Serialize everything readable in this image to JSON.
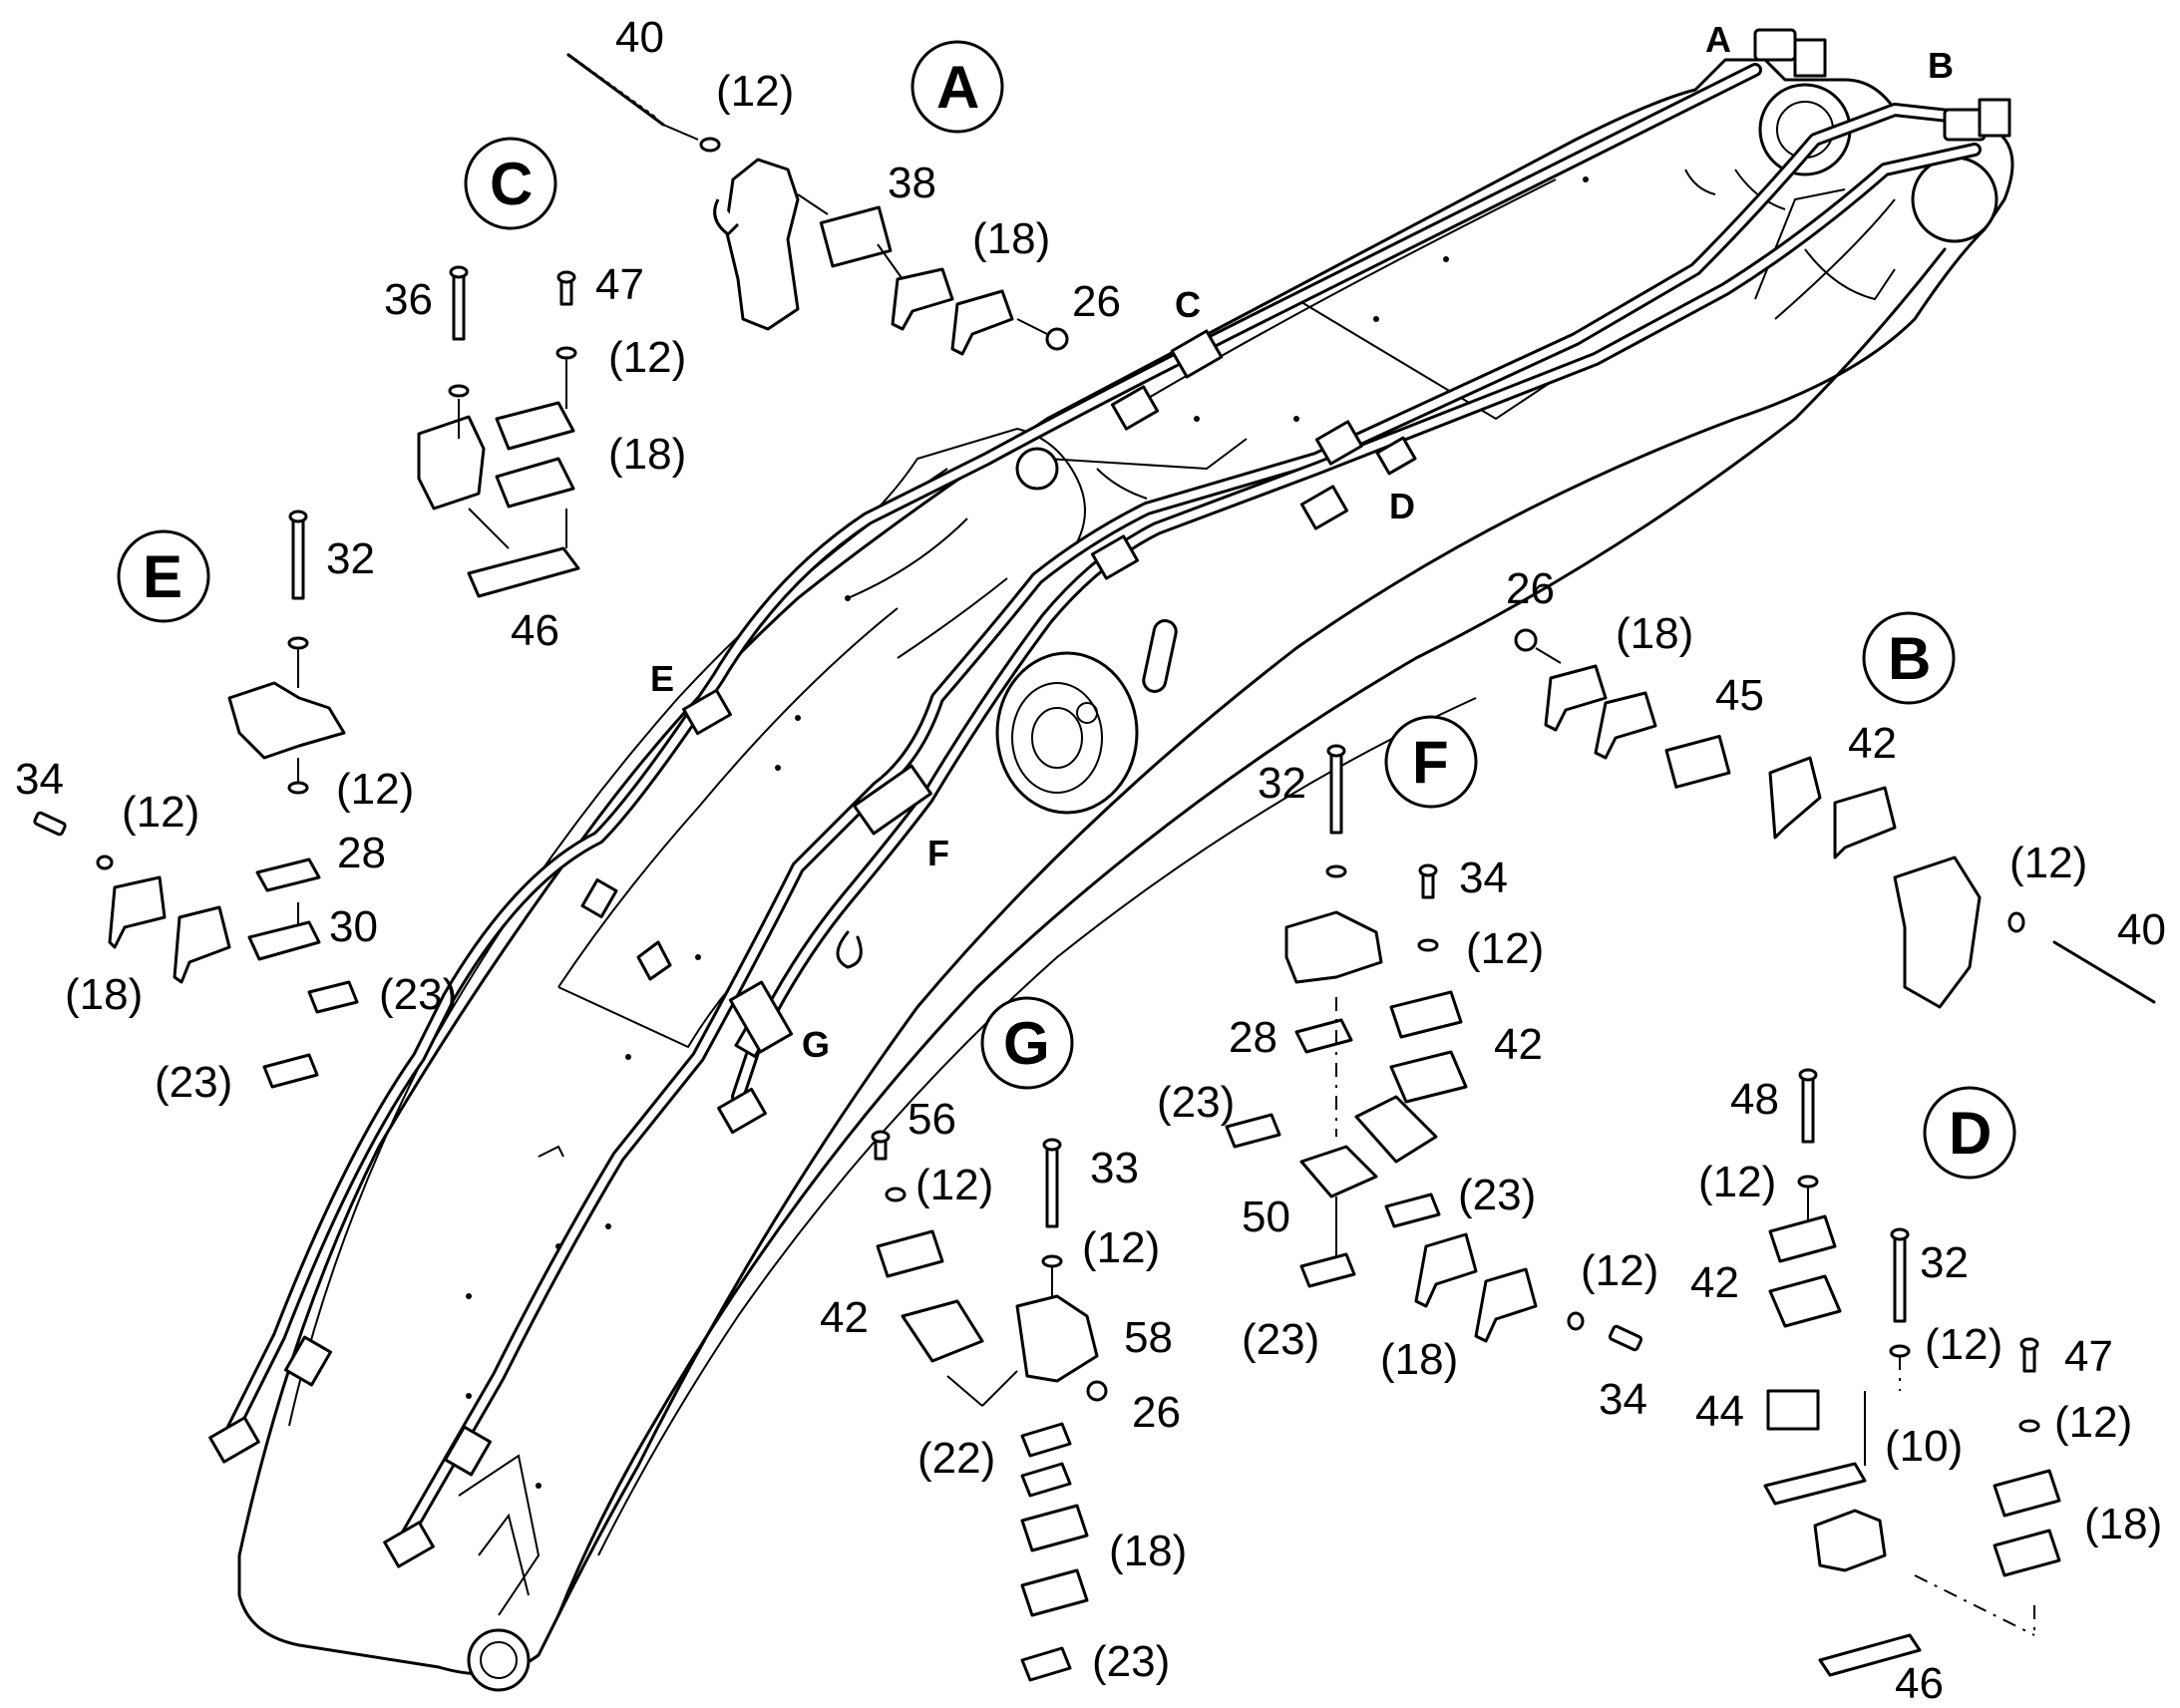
{
  "callouts": {
    "A": "A",
    "B": "B",
    "C": "C",
    "D": "D",
    "E": "E",
    "F": "F",
    "G": "G"
  },
  "boom_markers": {
    "A": "A",
    "B": "B",
    "C": "C",
    "D": "D",
    "E": "E",
    "F": "F",
    "G": "G"
  },
  "labels": {
    "a_40": "40",
    "a_12": "(12)",
    "a_38": "38",
    "a_18": "(18)",
    "a_26": "26",
    "c_36": "36",
    "c_47": "47",
    "c_12": "(12)",
    "c_18": "(18)",
    "c_46": "46",
    "e_32": "32",
    "e_12a": "(12)",
    "e_28": "28",
    "e_34": "34",
    "e_12b": "(12)",
    "e_30": "30",
    "e_18": "(18)",
    "e_23a": "(23)",
    "e_23b": "(23)",
    "b_26": "26",
    "b_18": "(18)",
    "b_45": "45",
    "b_42": "42",
    "b_12": "(12)",
    "b_40": "40",
    "f_32": "32",
    "f_34a": "34",
    "f_12a": "(12)",
    "f_28": "28",
    "f_42": "42",
    "f_23a": "(23)",
    "f_50": "50",
    "f_23b": "(23)",
    "f_12b": "(12)",
    "f_23c": "(23)",
    "f_18": "(18)",
    "f_34b": "34",
    "g_56": "56",
    "g_12a": "(12)",
    "g_33": "33",
    "g_12b": "(12)",
    "g_42": "42",
    "g_58": "58",
    "g_26": "26",
    "g_22": "(22)",
    "g_18": "(18)",
    "g_23": "(23)",
    "d_48": "48",
    "d_12a": "(12)",
    "d_32": "32",
    "d_42": "42",
    "d_12b": "(12)",
    "d_47": "47",
    "d_44": "44",
    "d_10": "(10)",
    "d_12c": "(12)",
    "d_18": "(18)",
    "d_46": "46"
  }
}
